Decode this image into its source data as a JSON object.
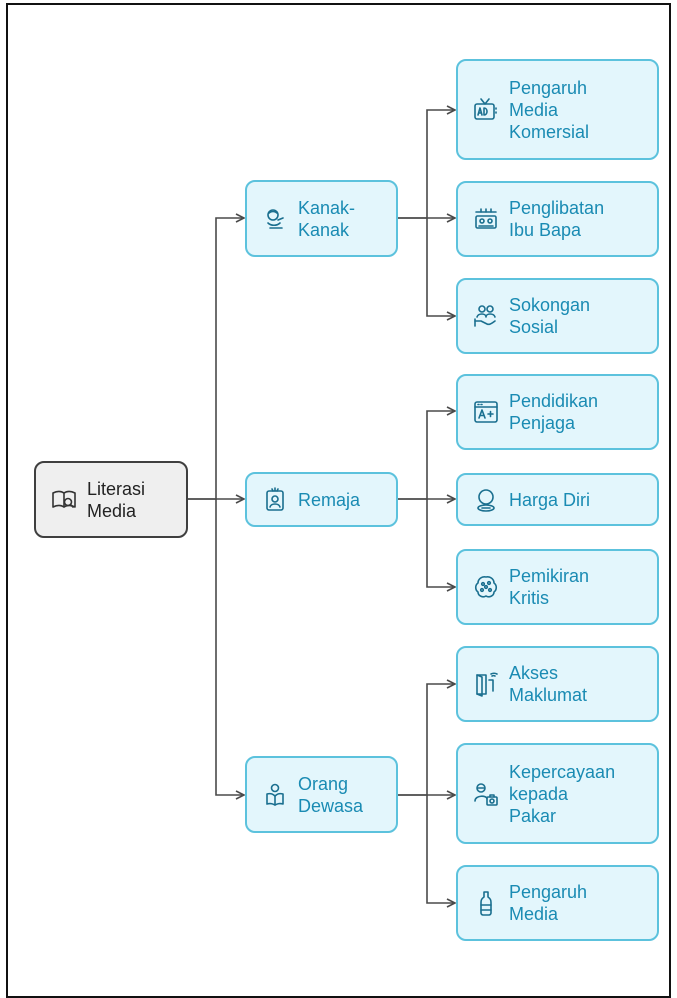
{
  "root": {
    "label": "Literasi\nMedia",
    "icon": "book-search-icon"
  },
  "branches": [
    {
      "label": "Kanak-\nKanak",
      "icon": "child-icon",
      "leaves": [
        {
          "label": "Pengaruh\nMedia\nKomersial",
          "icon": "tv-ad-icon"
        },
        {
          "label": "Penglibatan\nIbu Bapa",
          "icon": "family-screen-icon"
        },
        {
          "label": "Sokongan\nSosial",
          "icon": "support-people-icon"
        }
      ]
    },
    {
      "label": "Remaja",
      "icon": "teen-badge-icon",
      "leaves": [
        {
          "label": "Pendidikan\nPenjaga",
          "icon": "grade-a-plus-icon"
        },
        {
          "label": "Harga Diri",
          "icon": "mirror-icon"
        },
        {
          "label": "Pemikiran\nKritis",
          "icon": "brain-icon"
        }
      ]
    },
    {
      "label": "Orang\nDewasa",
      "icon": "reading-person-icon",
      "leaves": [
        {
          "label": "Akses\nMaklumat",
          "icon": "door-access-icon"
        },
        {
          "label": "Kepercayaan\nkepada\nPakar",
          "icon": "expert-icon"
        },
        {
          "label": "Pengaruh\nMedia",
          "icon": "bottle-icon"
        }
      ]
    }
  ],
  "colors": {
    "node_fill": "#e3f6fc",
    "node_border": "#5cc2dd",
    "node_text": "#1a8bb3",
    "root_fill": "#efefef",
    "root_border": "#3f3f3f",
    "connector": "#4a4a4a"
  }
}
